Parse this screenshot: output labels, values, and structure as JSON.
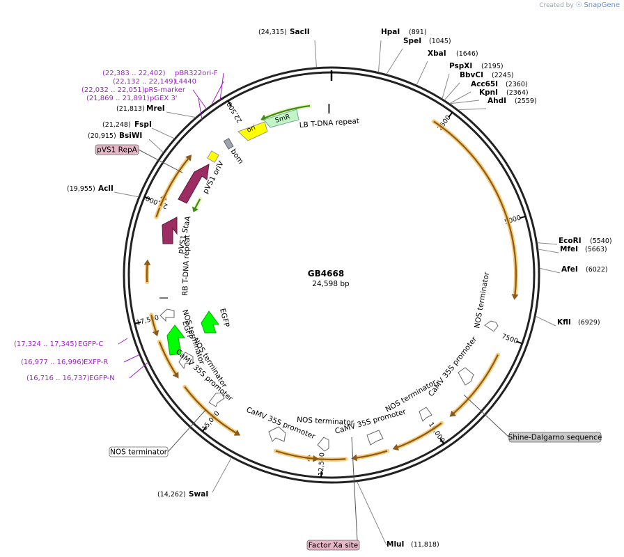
{
  "branding": {
    "prefix": "Created by",
    "name": "SnapGene"
  },
  "construct": {
    "name": "GB4668",
    "length_label": "24,598 bp",
    "length": 24598
  },
  "ticks": [
    {
      "pos": 2500,
      "label": "2500"
    },
    {
      "pos": 5000,
      "label": "5000"
    },
    {
      "pos": 7500,
      "label": "7500"
    },
    {
      "pos": 10000,
      "label": "10,000"
    },
    {
      "pos": 12500,
      "label": "12,500"
    },
    {
      "pos": 15000,
      "label": "15,000"
    },
    {
      "pos": 17500,
      "label": "17,500"
    },
    {
      "pos": 20000,
      "label": "20,000"
    },
    {
      "pos": 22500,
      "label": "22,500"
    }
  ],
  "sites": [
    {
      "name": "SacII",
      "pos_label": "(24,315)",
      "pos": 24315
    },
    {
      "name": "HpaI",
      "pos_label": "(891)",
      "pos": 891
    },
    {
      "name": "SpeI",
      "pos_label": "(1045)",
      "pos": 1045
    },
    {
      "name": "XbaI",
      "pos_label": "(1646)",
      "pos": 1646
    },
    {
      "name": "PspXI",
      "pos_label": "(2195)",
      "pos": 2195
    },
    {
      "name": "BbvCI",
      "pos_label": "(2245)",
      "pos": 2245
    },
    {
      "name": "Acc65I",
      "pos_label": "(2360)",
      "pos": 2360
    },
    {
      "name": "KpnI",
      "pos_label": "(2364)",
      "pos": 2364
    },
    {
      "name": "AhdI",
      "pos_label": "(2559)",
      "pos": 2559
    },
    {
      "name": "EcoRI",
      "pos_label": "(5540)",
      "pos": 5540
    },
    {
      "name": "MfeI",
      "pos_label": "(5663)",
      "pos": 5663
    },
    {
      "name": "AfeI",
      "pos_label": "(6022)",
      "pos": 6022
    },
    {
      "name": "KflI",
      "pos_label": "(6929)",
      "pos": 6929
    },
    {
      "name": "MluI",
      "pos_label": "(11,818)",
      "pos": 11818
    },
    {
      "name": "SwaI",
      "pos_label": "(14,262)",
      "pos": 14262
    },
    {
      "name": "AclI",
      "pos_label": "(19,955)",
      "pos": 19955
    },
    {
      "name": "BsiWI",
      "pos_label": "(20,915)",
      "pos": 20915
    },
    {
      "name": "FspI",
      "pos_label": "(21,248)",
      "pos": 21248
    },
    {
      "name": "MreI",
      "pos_label": "(21,813)",
      "pos": 21813
    }
  ],
  "primers": [
    {
      "name": "pBR322ori-F",
      "range": "(22,383 .. 22,402)",
      "pos": 22392
    },
    {
      "name": "L4440",
      "range": "(22,132 .. 22,149)",
      "pos": 22140
    },
    {
      "name": "pRS-marker",
      "range": "(22,032 .. 22,051)",
      "pos": 22041
    },
    {
      "name": "pGEX 3'",
      "range": "(21,869 .. 21,891)",
      "pos": 21880
    },
    {
      "name": "EGFP-C",
      "range": "(17,324 .. 17,345)",
      "pos": 17334
    },
    {
      "name": "EXFP-R",
      "range": "(16,977 .. 16,996)",
      "pos": 16986
    },
    {
      "name": "EGFP-N",
      "range": "(16,716 .. 16,737)",
      "pos": 16726
    }
  ],
  "boxed_labels": [
    {
      "name": "pVS1 RepA",
      "pos": 20700
    },
    {
      "name": "Shine-Dalgarno sequence",
      "pos": 10300
    },
    {
      "name": "Factor Xa site",
      "pos": 11950
    },
    {
      "name": "NOS terminator",
      "pos": 14700
    }
  ],
  "features": [
    {
      "name": "LB T-DNA repeat"
    },
    {
      "name": "SmR"
    },
    {
      "name": "ori"
    },
    {
      "name": "bom"
    },
    {
      "name": "pVS1 oriV"
    },
    {
      "name": "pVS1 StaA"
    },
    {
      "name": "RB T-DNA repeat"
    },
    {
      "name": "NOS terminator"
    },
    {
      "name": "EGFP"
    },
    {
      "name": "EGFP"
    },
    {
      "name": "NOS terminator"
    },
    {
      "name": "CaMV 35S promoter"
    },
    {
      "name": "CaMV 35S promoter"
    },
    {
      "name": "NOS terminator"
    },
    {
      "name": "CaMV 35S promoter"
    },
    {
      "name": "NOS terminator"
    },
    {
      "name": "CaMV 35S promoter"
    },
    {
      "name": "NOS terminator"
    }
  ],
  "colors": {
    "orf_fill": "#8a5a1e",
    "orf_glow": "#f7c35c",
    "smr_fill": "#c2f5c6",
    "ori_fill": "#ffff00",
    "pvs1_fill": "#9b2d63",
    "egfp_fill": "#00ff00",
    "green_arc": "#3c8b12",
    "primer": "#a020c8",
    "box_pink": "#e6b7c6",
    "box_grey": "#c8c8c8",
    "bom": "#9da4ad"
  }
}
